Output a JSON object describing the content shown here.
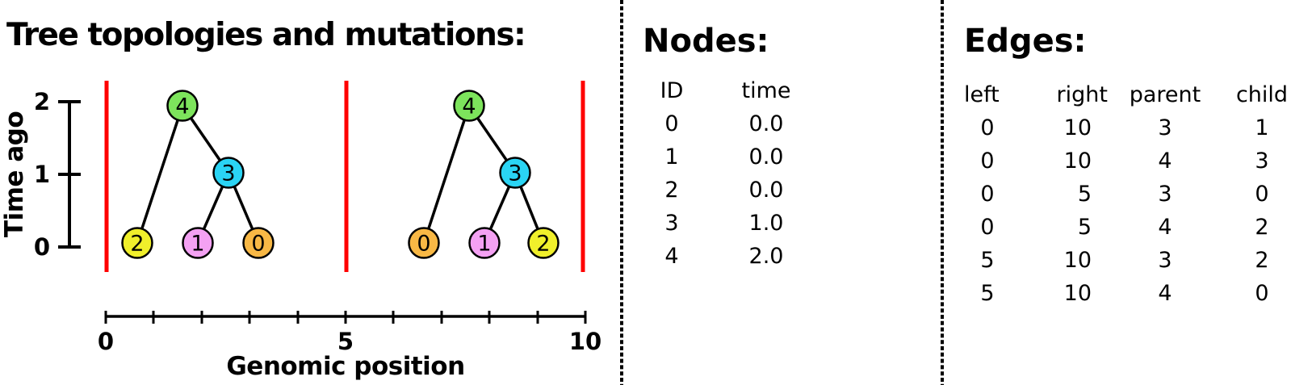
{
  "title": "Tree topologies and mutations:",
  "time_axis": {
    "label": "Time ago",
    "tick_labels": [
      "2",
      "1",
      "0"
    ]
  },
  "genome_axis": {
    "label": "Genomic position",
    "tick_labels": [
      "0",
      "5",
      "10"
    ]
  },
  "boundary_color": "#FF0000",
  "separator_color": "#000000",
  "node_colors": {
    "0": "#F8B845",
    "1": "#F4A1F3",
    "2": "#F0EF2B",
    "3": "#2AD4F4",
    "4": "#7DE45C"
  },
  "trees": [
    {
      "interval_left": "0",
      "interval_right": "5",
      "root": "4",
      "internal": "3",
      "leaves": [
        "2",
        "1",
        "0"
      ]
    },
    {
      "interval_left": "5",
      "interval_right": "10",
      "root": "4",
      "internal": "3",
      "leaves": [
        "0",
        "1",
        "2"
      ]
    }
  ],
  "nodes_table": {
    "title": "Nodes:",
    "headers": [
      "ID",
      "time"
    ],
    "rows": [
      {
        "id": "0",
        "time": "0.0"
      },
      {
        "id": "1",
        "time": "0.0"
      },
      {
        "id": "2",
        "time": "0.0"
      },
      {
        "id": "3",
        "time": "1.0"
      },
      {
        "id": "4",
        "time": "2.0"
      }
    ]
  },
  "edges_table": {
    "title": "Edges:",
    "headers": [
      "left",
      "right",
      "parent",
      "child"
    ],
    "rows": [
      {
        "left": "0",
        "right": "10",
        "parent": "3",
        "child": "1"
      },
      {
        "left": "0",
        "right": "10",
        "parent": "4",
        "child": "3"
      },
      {
        "left": "0",
        "right": "5",
        "parent": "3",
        "child": "0"
      },
      {
        "left": "0",
        "right": "5",
        "parent": "4",
        "child": "2"
      },
      {
        "left": "5",
        "right": "10",
        "parent": "3",
        "child": "2"
      },
      {
        "left": "5",
        "right": "10",
        "parent": "4",
        "child": "0"
      }
    ]
  }
}
